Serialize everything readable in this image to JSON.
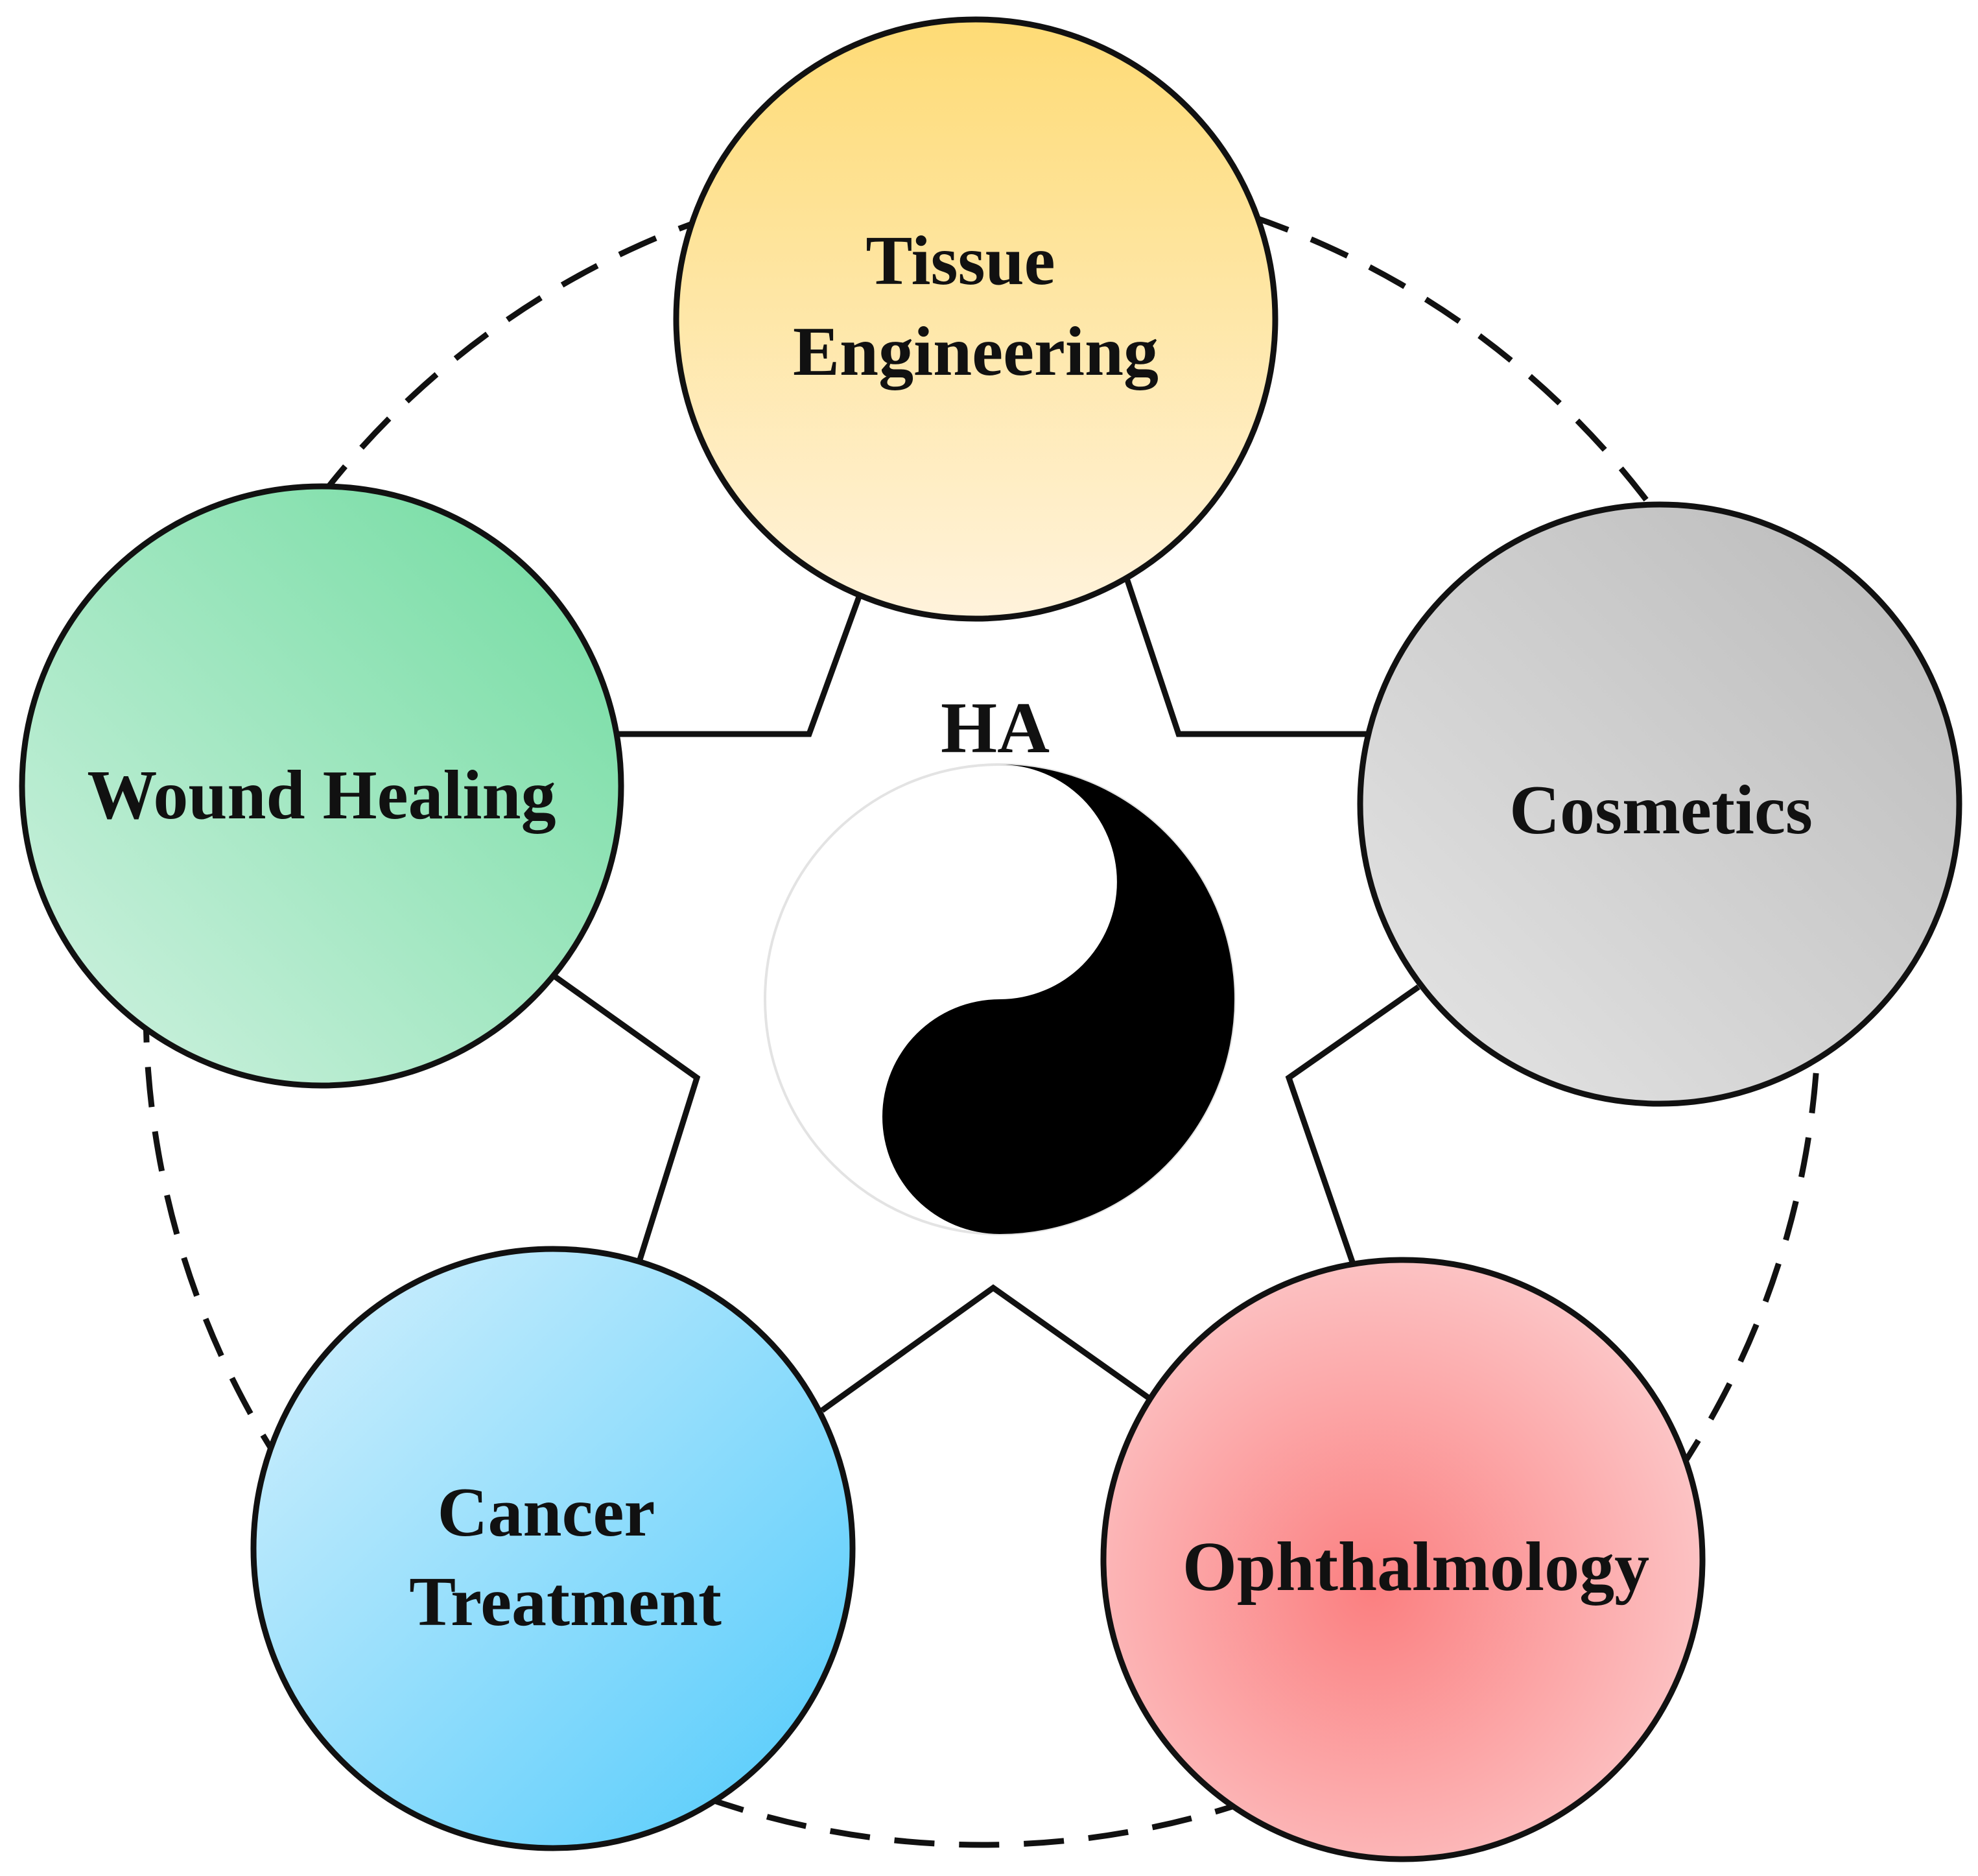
{
  "center": {
    "label": "HA",
    "symbol": "yin-yang-icon"
  },
  "nodes": [
    {
      "id": "tissue-engineering",
      "lines": [
        "Tissue",
        "Engineering"
      ],
      "color_top": "#fedb75",
      "color_bottom": "#fff3dc"
    },
    {
      "id": "cosmetics",
      "lines": [
        "Cosmetics"
      ],
      "color_top": "#b9b9b9",
      "color_bottom": "#e6e6e6"
    },
    {
      "id": "ophthalmology",
      "lines": [
        "Ophthalmology"
      ],
      "color_top": "#fb7f80",
      "color_bottom": "#fcc8c9"
    },
    {
      "id": "cancer-treatment",
      "lines": [
        "Cancer",
        "Treatment"
      ],
      "color_top": "#c9ecfd",
      "color_bottom": "#5ccefb"
    },
    {
      "id": "wound-healing",
      "lines": [
        "Wound Healing"
      ],
      "color_top": "#6fdb9f",
      "color_bottom": "#cdf1df"
    }
  ],
  "colors": {
    "stroke": "#111111",
    "yin": "#000000",
    "yang": "#ffffff"
  }
}
